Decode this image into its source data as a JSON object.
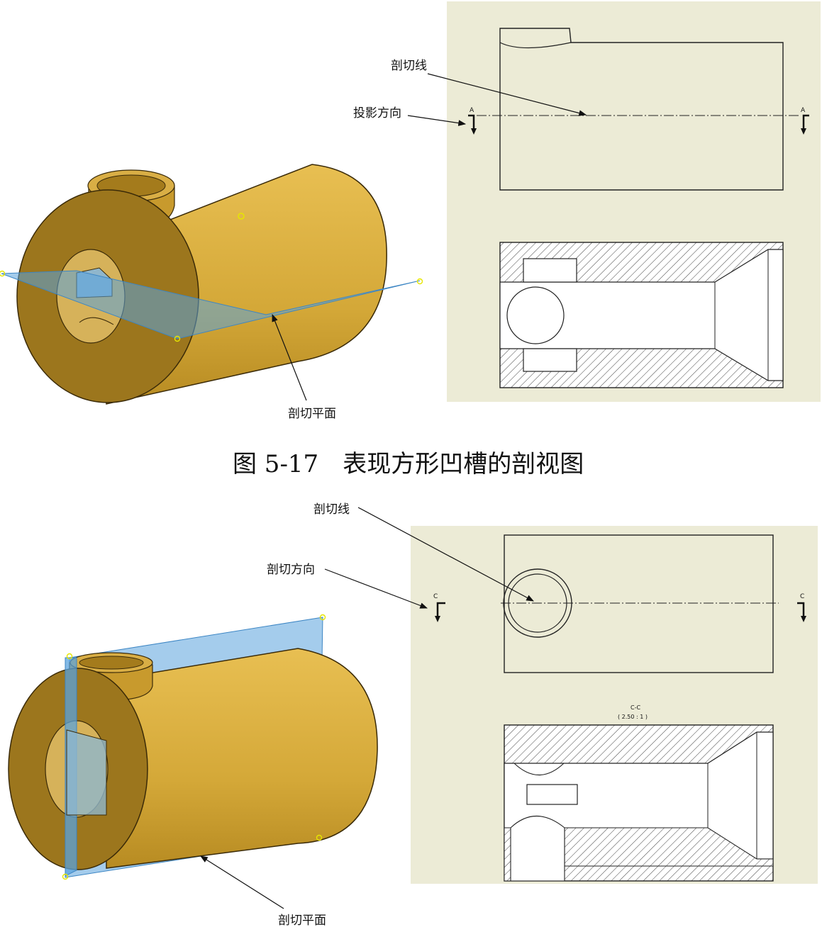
{
  "figure_top": {
    "label_section_line": "剖切线",
    "label_projection_direction": "投影方向",
    "label_section_plane": "剖切平面",
    "section_mark": "A"
  },
  "caption": "图 5-17　表现方形凹槽的剖视图",
  "figure_bottom": {
    "label_section_line": "剖切线",
    "label_section_direction": "剖切方向",
    "label_section_plane": "剖切平面",
    "section_mark": "C",
    "view_title": "C-C",
    "view_scale": "( 2.50 : 1 )"
  },
  "colors": {
    "drawing_background": "#ecebd6",
    "part_body": "#d3a636",
    "part_shadow": "#8a6a1c",
    "section_plane": "#5aa3dd"
  }
}
